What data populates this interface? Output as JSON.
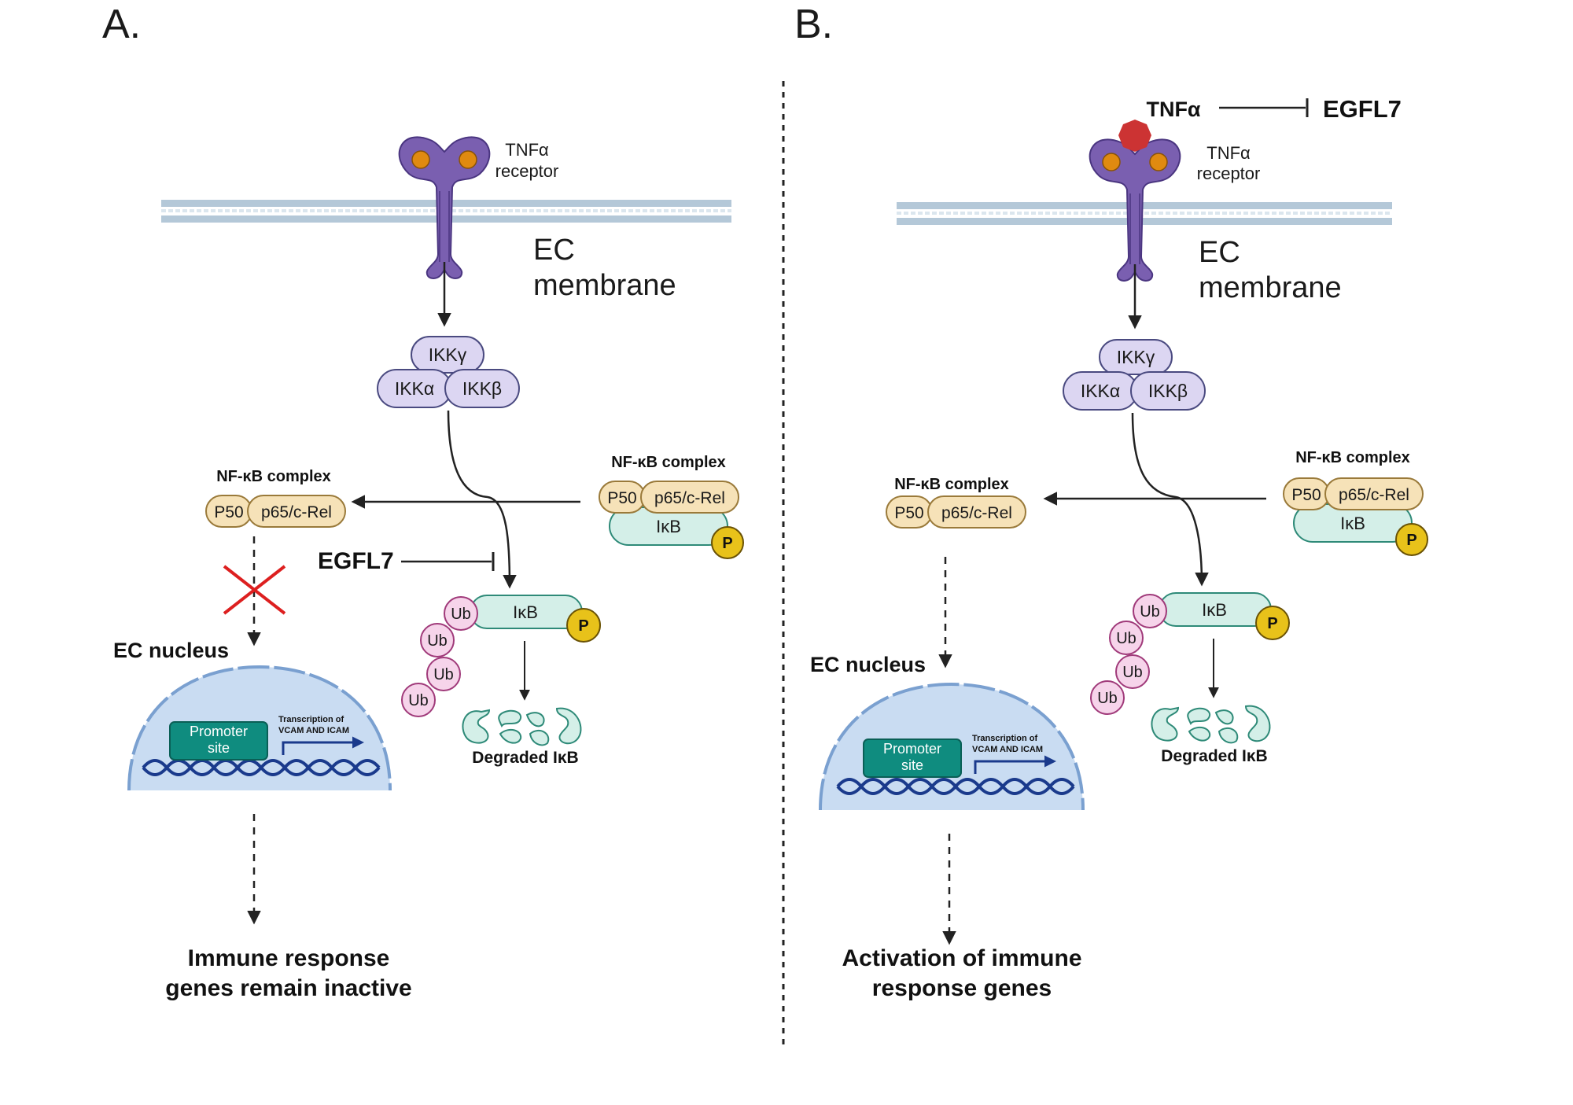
{
  "panels": {
    "a": {
      "label": "A.",
      "tnf_receptor": [
        "TNFα",
        "receptor"
      ],
      "membrane": [
        "EC",
        "membrane"
      ],
      "ikk": {
        "gamma": "IKKγ",
        "alpha": "IKKα",
        "beta": "IKKβ"
      },
      "nfkb_left_title": "NF-κB complex",
      "nfkb_right_title": "NF-κB complex",
      "p50": "P50",
      "p65": "p65/c-Rel",
      "ikb": "IκB",
      "phospho": "P",
      "egfl7": "EGFL7",
      "ub": "Ub",
      "degraded": "Degraded IκB",
      "nucleus": "EC nucleus",
      "promoter": [
        "Promoter",
        "site"
      ],
      "transcription": [
        "Transcription of",
        "VCAM AND ICAM"
      ],
      "outcome": [
        "Immune response",
        "genes remain inactive"
      ]
    },
    "b": {
      "label": "B.",
      "tnfa": "TNFα",
      "egfl7": "EGFL7",
      "tnf_receptor": [
        "TNFα",
        "receptor"
      ],
      "membrane": [
        "EC",
        "membrane"
      ],
      "ikk": {
        "gamma": "IKKγ",
        "alpha": "IKKα",
        "beta": "IKKβ"
      },
      "nfkb_left_title": "NF-κB complex",
      "nfkb_right_title": "NF-κB complex",
      "p50": "P50",
      "p65": "p65/c-Rel",
      "ikb": "IκB",
      "phospho": "P",
      "ub": "Ub",
      "degraded": "Degraded IκB",
      "nucleus": "EC nucleus",
      "promoter": [
        "Promoter",
        "site"
      ],
      "transcription": [
        "Transcription of",
        "VCAM AND ICAM"
      ],
      "outcome": [
        "Activation of immune",
        "response genes"
      ]
    }
  },
  "colors": {
    "membrane": "#b4c8d8",
    "receptor": "#7a5fb0",
    "receptor_ball": "#e08a10",
    "ikk": "#dcd6f2",
    "nfkb": "#f6e2b8",
    "ikb": "#d4efe8",
    "phospho": "#e8c21a",
    "ub": "#f6d4ea",
    "nucleus": "#c9dcf2",
    "promoter": "#0f8c7f",
    "dna": "#1a3a8c",
    "block_cross": "#dd1f1f",
    "tnfa_ligand": "#cc3333"
  }
}
